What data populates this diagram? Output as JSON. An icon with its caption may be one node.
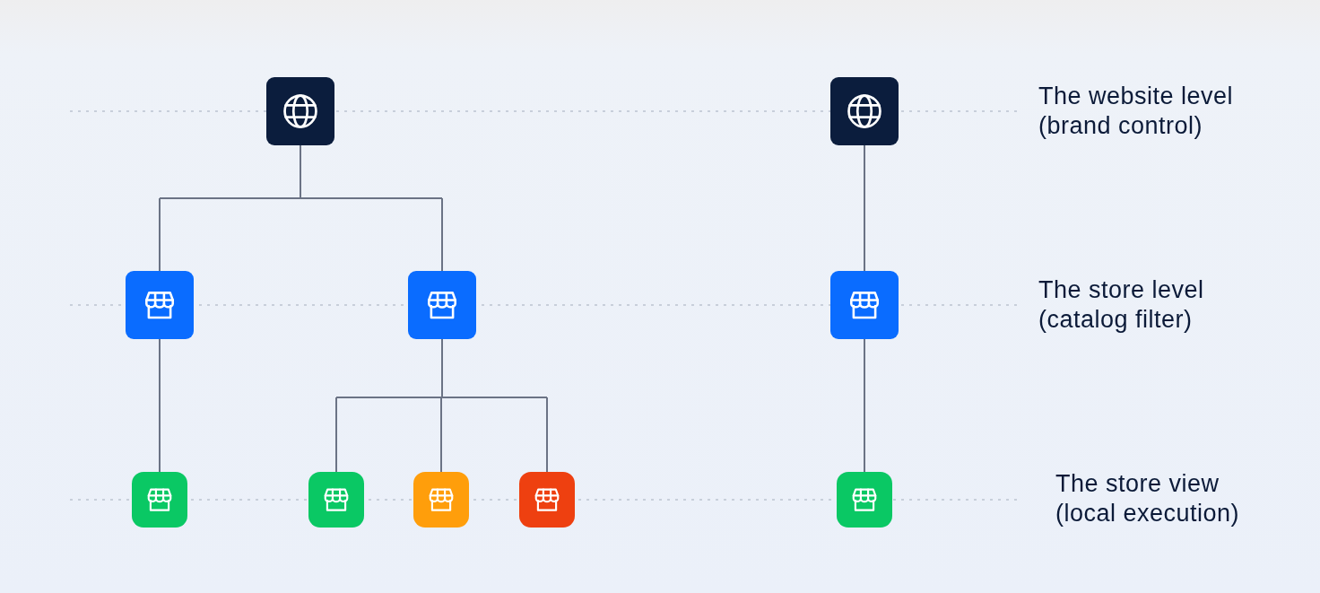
{
  "diagram": {
    "nodes": [
      {
        "text": [],
        "shape": "box"
      },
      {
        "text": [],
        "shape": "box"
      },
      {
        "text": [],
        "shape": "box"
      },
      {
        "text": [],
        "shape": "box"
      },
      {
        "text": [],
        "shape": "box"
      },
      {
        "text": [],
        "shape": "box"
      },
      {
        "text": [],
        "shape": "box"
      },
      {
        "text": [],
        "shape": "box"
      },
      {
        "text": [],
        "shape": "box"
      },
      {
        "text": [],
        "shape": "box"
      }
    ],
    "edges": [
      {
        "from": 0,
        "to": 2,
        "arrow": "none"
      },
      {
        "from": 0,
        "to": 3,
        "arrow": "none"
      },
      {
        "from": 1,
        "to": 4,
        "arrow": "none"
      },
      {
        "from": 2,
        "to": 5,
        "arrow": "none"
      },
      {
        "from": 3,
        "to": 6,
        "arrow": "none"
      },
      {
        "from": 3,
        "to": 7,
        "arrow": "none"
      },
      {
        "from": 3,
        "to": 8,
        "arrow": "none"
      },
      {
        "from": 4,
        "to": 9,
        "arrow": "none"
      }
    ],
    "labels": [
      "The website level (brand control)",
      "The store level (catalog filter)",
      "The store view (local execution)"
    ]
  }
}
